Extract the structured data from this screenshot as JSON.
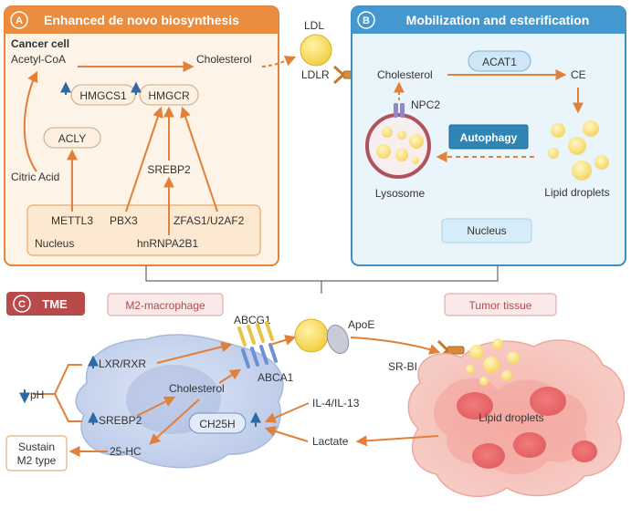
{
  "panelA": {
    "letter": "A",
    "title": "Enhanced de novo biosynthesis",
    "cancer_cell": "Cancer cell",
    "acetyl_coa": "Acetyl-CoA",
    "cholesterol": "Cholesterol",
    "hmgcs1": "HMGCS1",
    "hmgcr": "HMGCR",
    "acly": "ACLY",
    "srebp2": "SREBP2",
    "citric_acid": "Citric Acid",
    "mettl3": "METTL3",
    "pbx3": "PBX3",
    "zfas1": "ZFAS1/U2AF2",
    "nucleus": "Nucleus",
    "hnrnpa2b1": "hnRNPA2B1"
  },
  "middle": {
    "ldl": "LDL",
    "ldlr": "LDLR"
  },
  "panelB": {
    "letter": "B",
    "title": "Mobilization and esterification",
    "cholesterol": "Cholesterol",
    "acat1": "ACAT1",
    "ce": "CE",
    "npc2": "NPC2",
    "autophagy": "Autophagy",
    "lysosome": "Lysosome",
    "lipid_droplets": "Lipid droplets",
    "nucleus": "Nucleus"
  },
  "panelC": {
    "letter": "C",
    "title": "TME",
    "m2": "M2-macrophage",
    "tumor": "Tumor tissue",
    "abcg1": "ABCG1",
    "abca1": "ABCA1",
    "apoe": "ApoE",
    "srbi": "SR-BI",
    "lxr": "LXR/RXR",
    "ph": "pH",
    "srebp2": "SREBP2",
    "cholesterol": "Cholesterol",
    "ch25h": "CH25H",
    "hc25": "25-HC",
    "il4": "IL-4/IL-13",
    "lactate": "Lactate",
    "lipid_droplets": "Lipid droplets",
    "sustain_1": "Sustain",
    "sustain_2": "M2 type"
  },
  "colors": {
    "orange": "#e8843a",
    "orange_bg": "#fdf0e0",
    "blue": "#3f8fc4",
    "blue_bg": "#e6f2fb",
    "red": "#b04a4a",
    "yellow": "#f6d448"
  }
}
